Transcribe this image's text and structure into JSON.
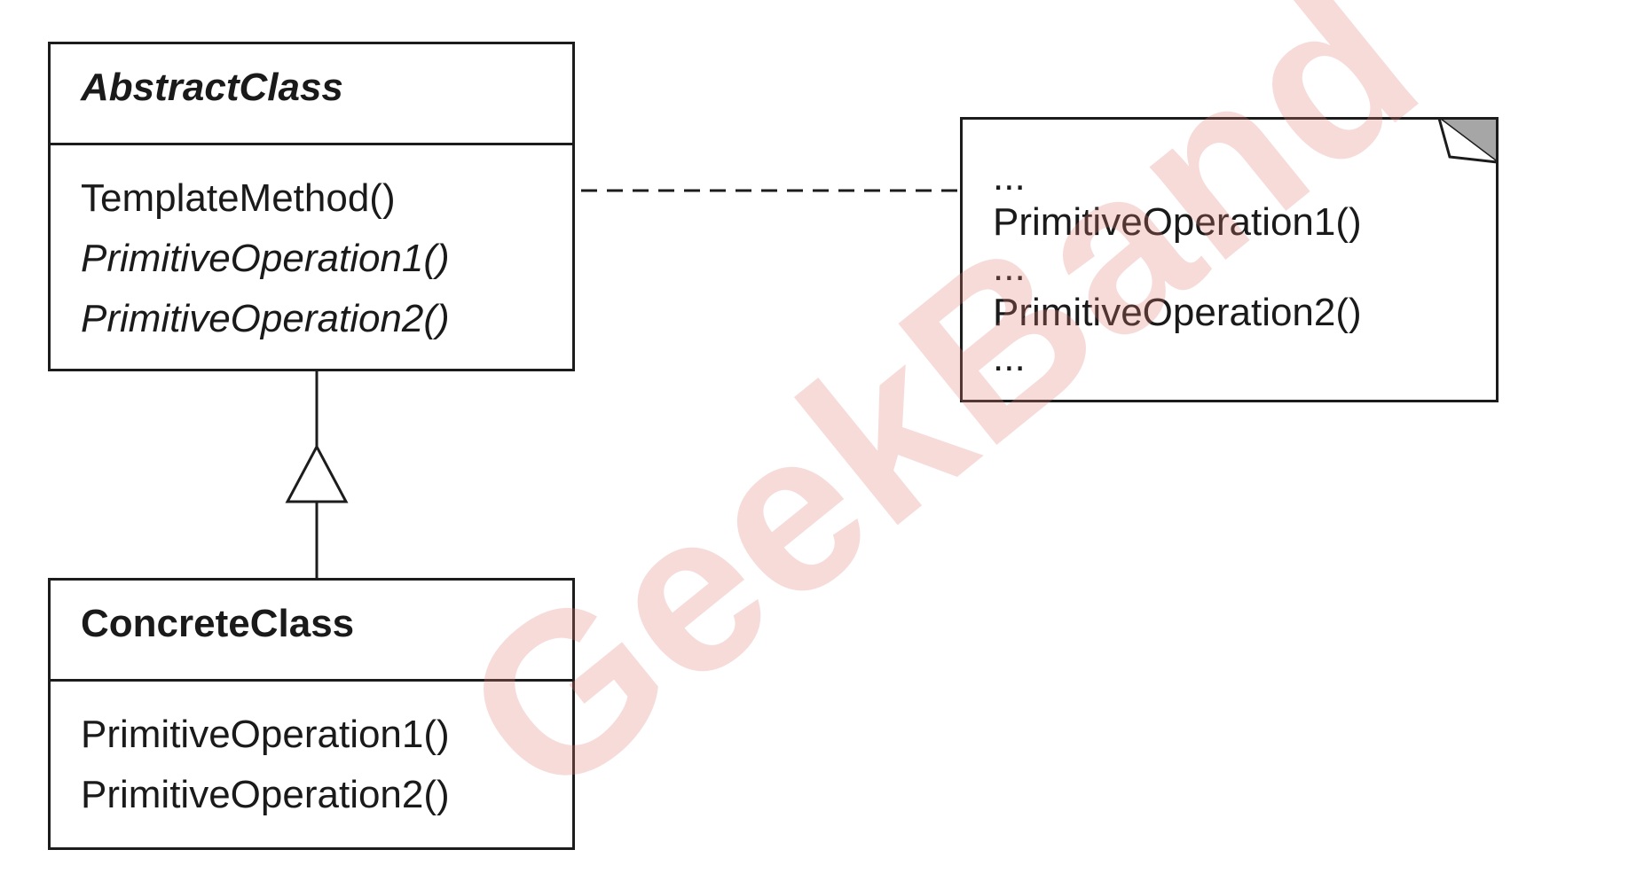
{
  "abstract_class": {
    "name": "AbstractClass",
    "operations": [
      "TemplateMethod()",
      "PrimitiveOperation1()",
      "PrimitiveOperation2()"
    ]
  },
  "concrete_class": {
    "name": "ConcreteClass",
    "operations": [
      "PrimitiveOperation1()",
      "PrimitiveOperation2()"
    ]
  },
  "note": {
    "lines": [
      "...",
      "PrimitiveOperation1()",
      "...",
      "PrimitiveOperation2()",
      "..."
    ]
  },
  "watermark": {
    "text": "GeekBand",
    "color": "#de7d78"
  },
  "colors": {
    "line": "#1c1c1c",
    "note_corner": "#a6a6a6"
  }
}
